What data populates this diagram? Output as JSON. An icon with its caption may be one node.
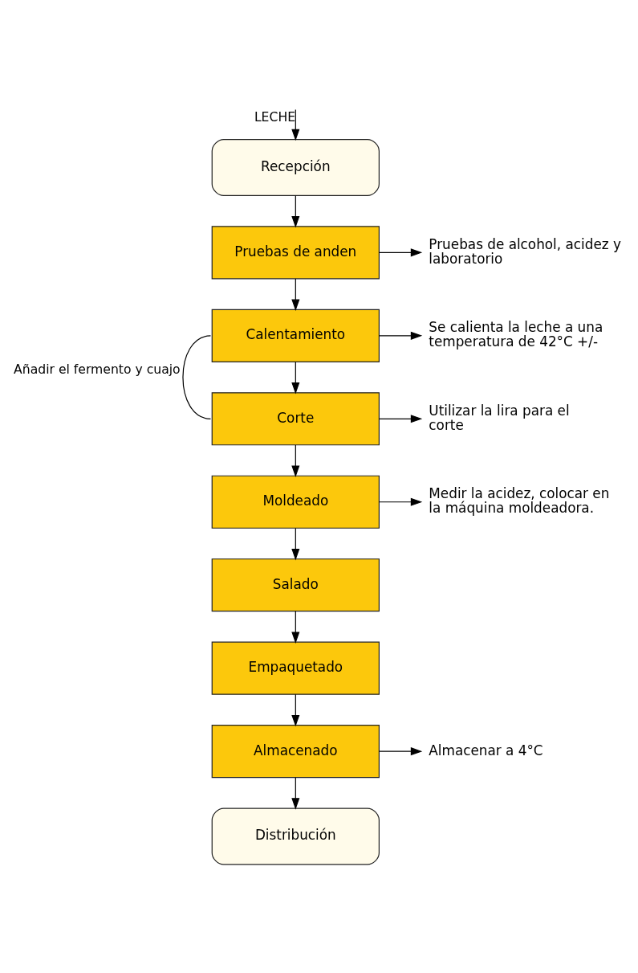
{
  "diagram": {
    "nodes": [
      {
        "text": [
          "Recepción"
        ]
      },
      {
        "text": [
          "Pruebas de anden"
        ]
      },
      {
        "text": [
          "Calentamiento"
        ]
      },
      {
        "text": [
          "Corte"
        ]
      },
      {
        "text": [
          "Moldeado"
        ]
      },
      {
        "text": [
          "Salado"
        ]
      },
      {
        "text": [
          "Empaquetado"
        ]
      },
      {
        "text": [
          "Almacenado"
        ]
      },
      {
        "text": [
          "Distribución"
        ]
      },
      {
        "text": [
          "Pruebas de alcohol, acidez y laboratorio"
        ]
      },
      {
        "text": [
          "Se calienta la leche a una temperatura de 42°C +/-"
        ]
      },
      {
        "text": [
          "Utilizar la lira para el corte"
        ]
      },
      {
        "text": [
          "Medir la acidez, colocar en la máquina moldeadora."
        ]
      },
      {
        "text": [
          "Almacenar a 4°C"
        ]
      }
    ],
    "edges": [
      {
        "from": null,
        "to": 0,
        "arrow": "to",
        "label": "LECHE"
      },
      {
        "from": 0,
        "to": 1,
        "arrow": "to"
      },
      {
        "from": 1,
        "to": 2,
        "arrow": "to"
      },
      {
        "from": 2,
        "to": 3,
        "arrow": "to"
      },
      {
        "from": 3,
        "to": 4,
        "arrow": "to"
      },
      {
        "from": 4,
        "to": 5,
        "arrow": "to"
      },
      {
        "from": 5,
        "to": 6,
        "arrow": "to"
      },
      {
        "from": 6,
        "to": 7,
        "arrow": "to"
      },
      {
        "from": 7,
        "to": 8,
        "arrow": "to"
      },
      {
        "from": 1,
        "to": 9,
        "arrow": "to"
      },
      {
        "from": 2,
        "to": 10,
        "arrow": "to"
      },
      {
        "from": 3,
        "to": 11,
        "arrow": "to"
      },
      {
        "from": 4,
        "to": 12,
        "arrow": "to"
      },
      {
        "from": 7,
        "to": 13,
        "arrow": "to"
      },
      {
        "from": 2,
        "to": 3,
        "arrow": "none",
        "label": "Añadir el fermento y cuajo"
      }
    ]
  }
}
